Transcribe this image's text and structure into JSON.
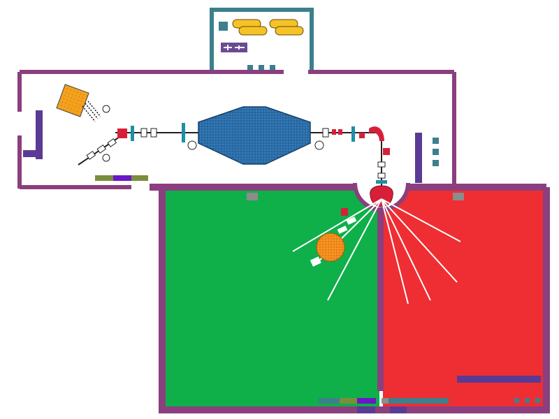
{
  "colors": {
    "wall": "#8b3f7e",
    "upper_wall": "#3d7f8c",
    "green_room": "#0faf4a",
    "red_room": "#ee2e33",
    "accelerator": "#2b6eaa",
    "source_box": "#f3a21e",
    "magnet": "#d81f3a",
    "teal_element": "#1e8fa5",
    "yellow_cylinder": "#f5c228",
    "target": "#f39322",
    "purple_bar": "#5b3a94",
    "olive_bar": "#7a8e3c",
    "gray_square": "#8c8c8c"
  },
  "diagram": {
    "type": "facility-floor-plan",
    "rooms": [
      {
        "id": "upper-equipment-room",
        "fill": "none"
      },
      {
        "id": "accelerator-hall",
        "fill": "none"
      },
      {
        "id": "left-experimental-hall",
        "fill": "green"
      },
      {
        "id": "right-experimental-hall",
        "fill": "red"
      }
    ],
    "equipment": [
      "ion-source",
      "beamline-optics",
      "accelerator-tank",
      "bending-magnet",
      "switching-magnet",
      "target-chamber",
      "yellow-cylinders"
    ],
    "beamlines": {
      "green_room_count": 3,
      "red_room_count": 4
    },
    "text_labels": []
  }
}
